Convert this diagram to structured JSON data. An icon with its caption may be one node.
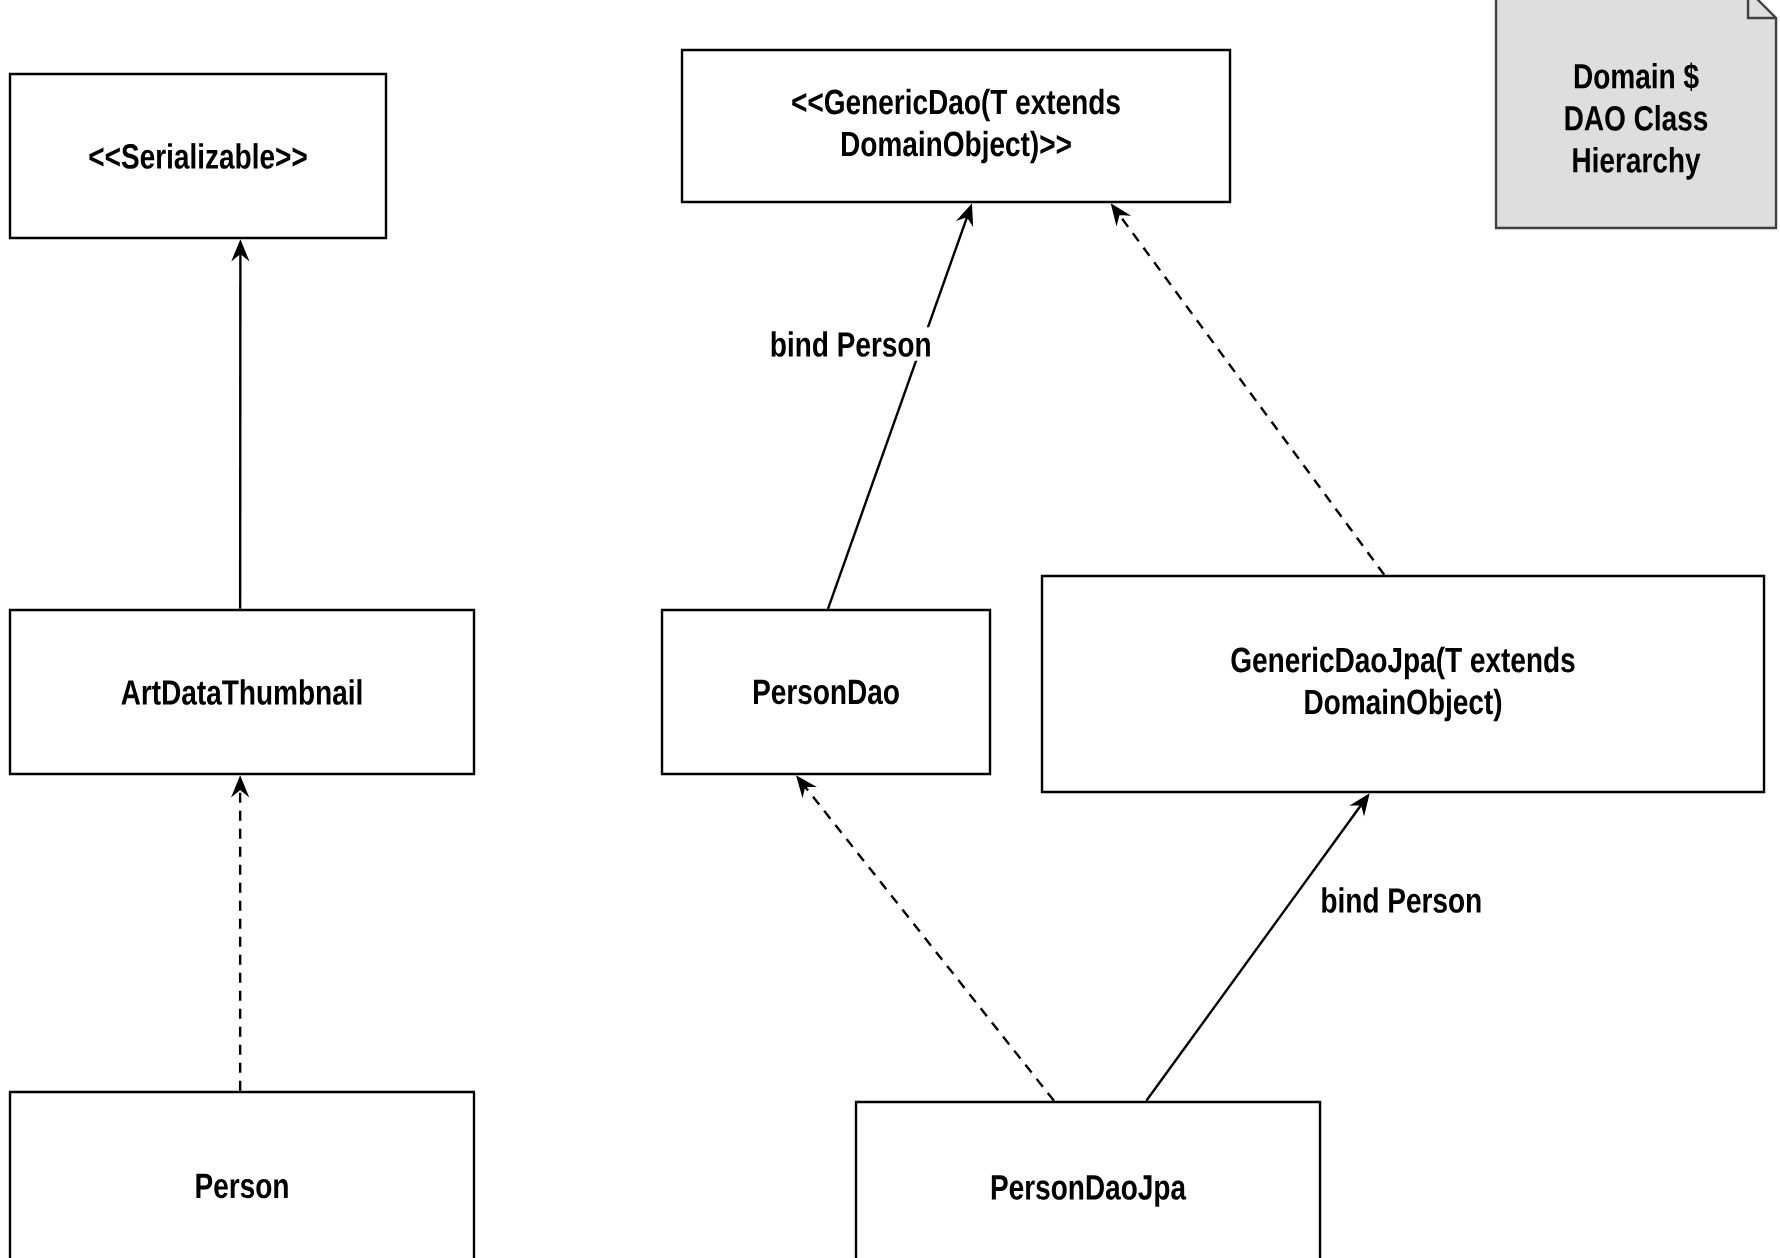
{
  "diagram": {
    "nodes": [
      {
        "text": [
          "<<Serializable>>"
        ]
      },
      {
        "text": [
          "<<GenericDao(T extends DomainObject)>>"
        ]
      },
      {
        "text": [
          "Domain $ DAO Class Hierarchy"
        ]
      },
      {
        "text": [
          "ArtDataThumbnail"
        ]
      },
      {
        "text": [
          "PersonDao"
        ]
      },
      {
        "text": [
          "GenericDaoJpa(T extends DomainObject)"
        ]
      },
      {
        "text": [
          "Person"
        ]
      },
      {
        "text": [
          "PersonDaoJpa"
        ]
      }
    ],
    "edges": [
      {
        "from": 3,
        "to": 0,
        "arrow": "to"
      },
      {
        "from": 6,
        "to": 3,
        "arrow": "to",
        "style": "dashed"
      },
      {
        "from": 4,
        "to": 1,
        "arrow": "to",
        "label": "bind Person"
      },
      {
        "from": 5,
        "to": 1,
        "arrow": "to",
        "style": "dashed"
      },
      {
        "from": 7,
        "to": 4,
        "arrow": "to",
        "style": "dashed"
      },
      {
        "from": 7,
        "to": 5,
        "arrow": "to",
        "label": "bind Person"
      }
    ]
  }
}
